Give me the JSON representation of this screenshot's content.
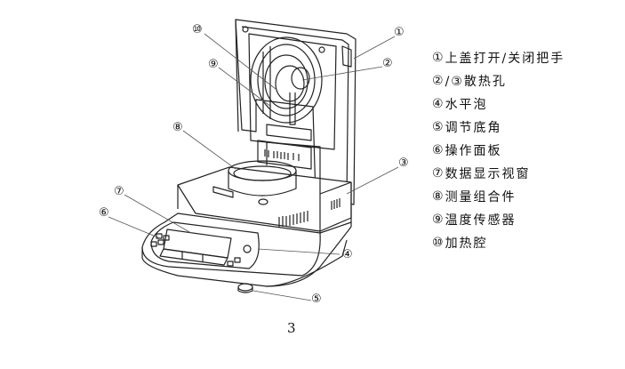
{
  "figure": {
    "description": "Moisture analyzer component diagram (lid open)",
    "callouts": [
      "①",
      "②",
      "③",
      "④",
      "⑤",
      "⑥",
      "⑦",
      "⑧",
      "⑨",
      "⑩"
    ]
  },
  "legend": {
    "items": [
      {
        "num": "①",
        "label": "上盖打开/关闭把手"
      },
      {
        "num": "②",
        "label": "/③散热孔",
        "extra_num": "③"
      },
      {
        "num": "④",
        "label": "水平泡"
      },
      {
        "num": "⑤",
        "label": "调节底角"
      },
      {
        "num": "⑥",
        "label": "操作面板"
      },
      {
        "num": "⑦",
        "label": "数据显示视窗"
      },
      {
        "num": "⑧",
        "label": "测量组合件"
      },
      {
        "num": "⑨",
        "label": "温度传感器"
      },
      {
        "num": "⑩",
        "label": "加热腔"
      }
    ]
  },
  "page_number": "3"
}
